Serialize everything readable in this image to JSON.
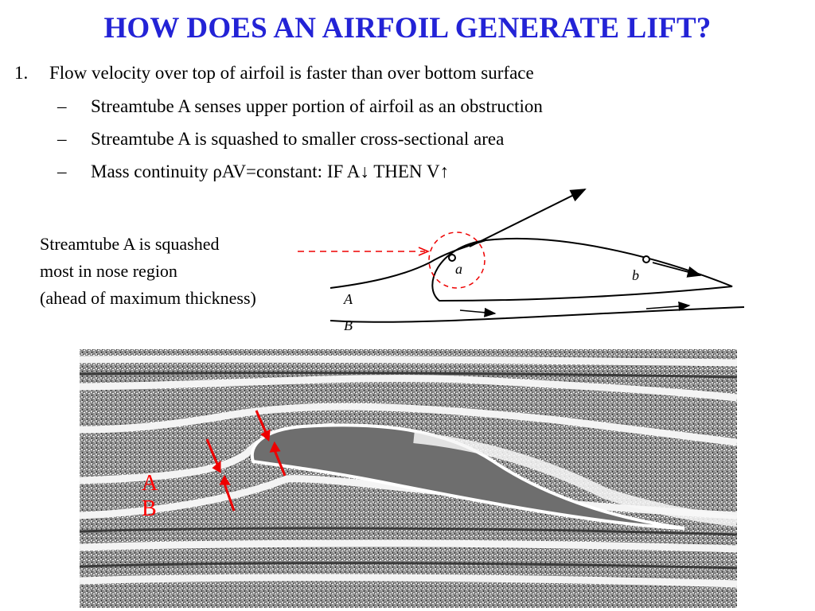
{
  "slide": {
    "title": "HOW DOES AN AIRFOIL GENERATE LIFT?",
    "point1": {
      "number": "1.",
      "text": "Flow velocity over top of airfoil is faster than over bottom surface"
    },
    "subpoints": [
      {
        "dash": "–",
        "text": "Streamtube A senses upper portion of airfoil as an obstruction"
      },
      {
        "dash": "–",
        "text": "Streamtube A is squashed to smaller cross-sectional area"
      },
      {
        "dash": "–",
        "text": "Mass continuity ρAV=constant: IF A↓ THEN V↑"
      }
    ],
    "callout": [
      "Streamtube A is squashed",
      "most in nose region",
      "(ahead of maximum thickness)"
    ]
  },
  "diagram": {
    "label_A": "A",
    "label_B": "B",
    "label_a": "a",
    "label_b": "b"
  },
  "photo": {
    "label_A": "A",
    "label_B": "B"
  },
  "colors": {
    "title": "#2323d6",
    "annotation": "#ff0000"
  }
}
